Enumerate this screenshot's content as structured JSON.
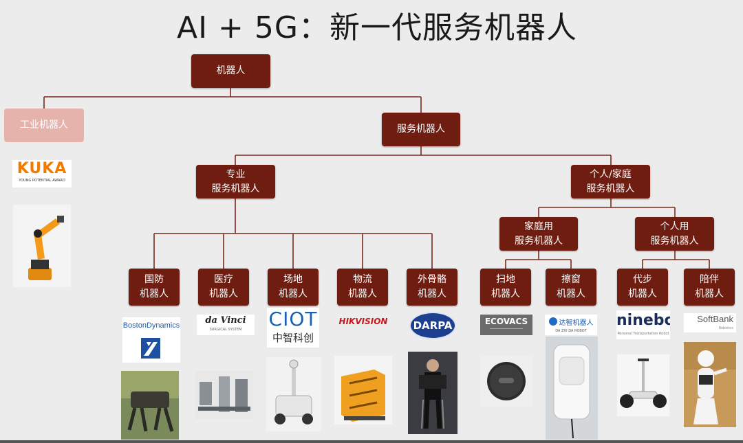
{
  "title": "AI + 5G：新一代服务机器人",
  "nodes": {
    "root": "机器人",
    "industrial": "工业机器人",
    "service": "服务机器人",
    "professional": "专业\n服务机器人",
    "personal_home": "个人/家庭\n服务机器人",
    "home_use": "家庭用\n服务机器人",
    "personal_use": "个人用\n服务机器人",
    "defense": "国防\n机器人",
    "medical": "医疗\n机器人",
    "venue": "场地\n机器人",
    "logistics": "物流\n机器人",
    "exoskeleton": "外骨骼\n机器人",
    "sweeping": "扫地\n机器人",
    "window": "擦窗\n机器人",
    "mobility": "代步\n机器人",
    "companion": "陪伴\n机器人"
  },
  "logos": {
    "kuka": "KUKA",
    "kuka_sub": "YOUNG POTENTIAL AWARD",
    "boston": "BostonDynamics",
    "davinci": "da Vinci",
    "davinci_sub": "SURGICAL SYSTEM",
    "ciot": "CIOT",
    "ciot_sub": "中智科创",
    "hikvision": "HIKVISION",
    "darpa": "DARPA",
    "ecovacs": "ECOVACS",
    "dazhi": "达智机器人",
    "dazhi_sub": "DA ZHI DA ROBOT",
    "ninebot": "ninebot",
    "ninebot_sub": "Personal Transportation Robot",
    "softbank": "SoftBank",
    "softbank_sub": "Robotics"
  },
  "colors": {
    "node_fill": "#6e1d10",
    "node_faded": "#e6b3ac",
    "line": "#7a2a1c",
    "background": "#ececec"
  },
  "photos": [
    "industrial-arm",
    "big-dog-robot",
    "surgical-robot",
    "patrol-robot",
    "logistics-shelf",
    "exoskeleton-suit",
    "robot-vacuum",
    "window-robot",
    "self-balancing-scooter",
    "pepper-robot"
  ]
}
